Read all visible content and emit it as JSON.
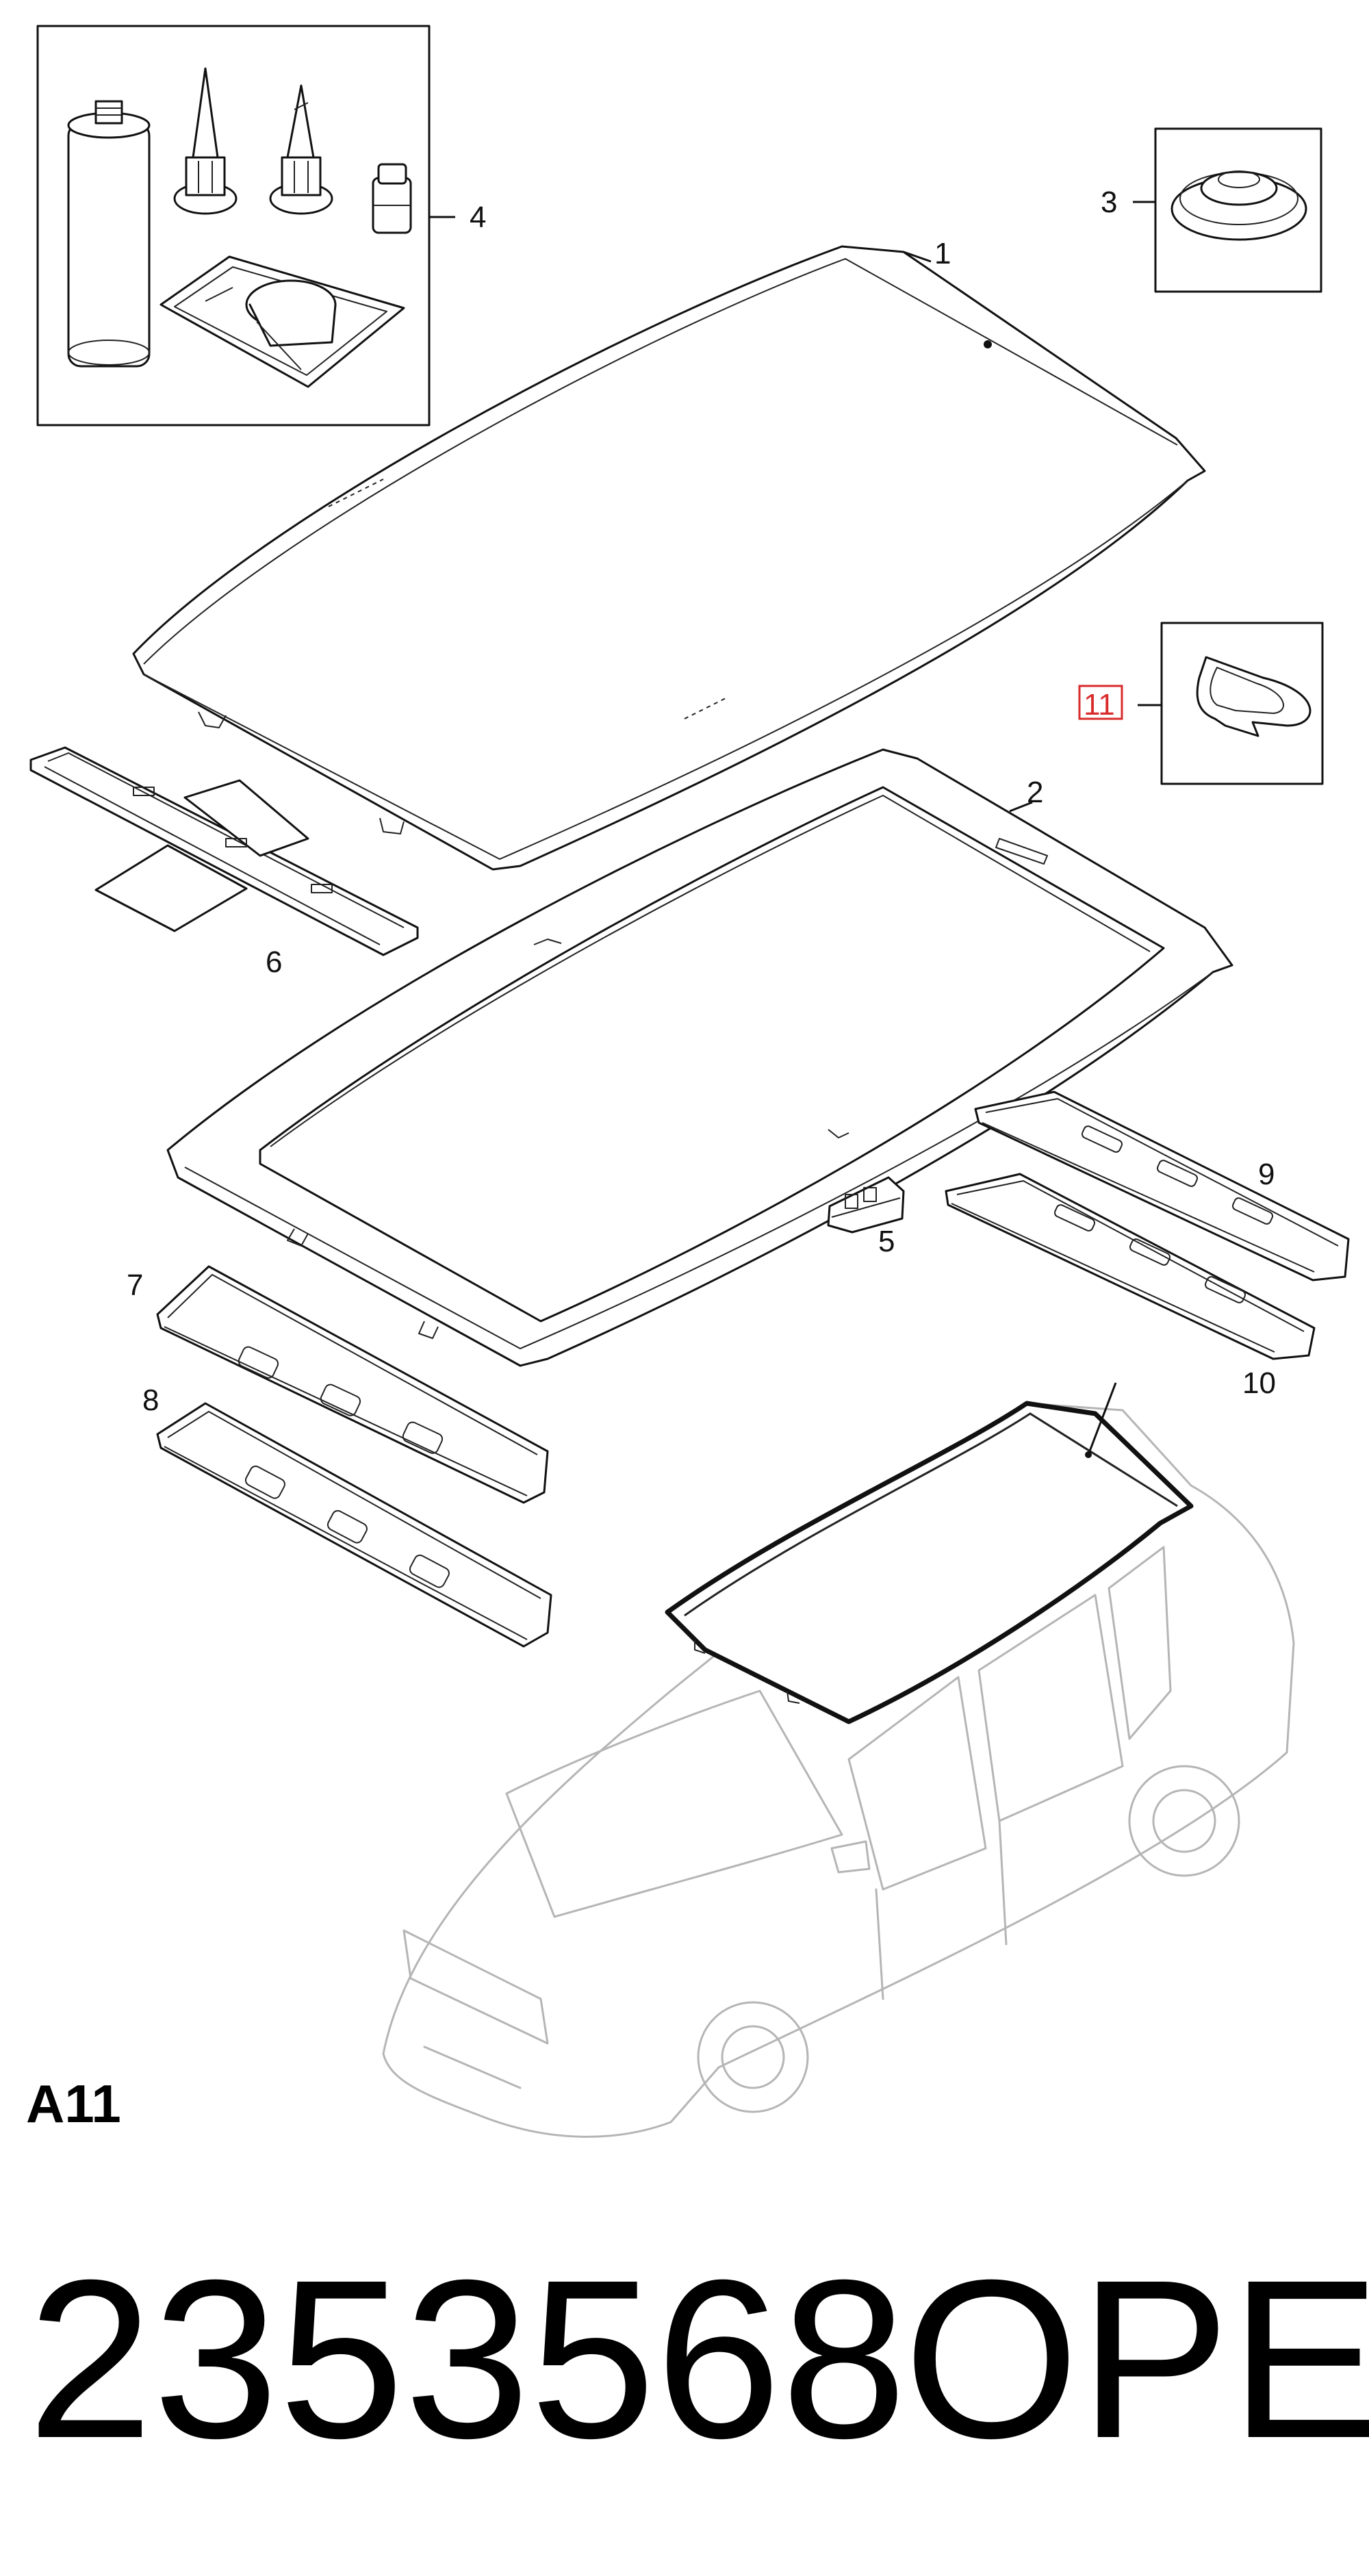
{
  "diagram": {
    "section_code": "A11",
    "part_number": "2353568",
    "brand": "OPEL",
    "highlight_color": "#d92b2b",
    "callouts": [
      {
        "id": "1",
        "label": "1",
        "part": "roof-panel"
      },
      {
        "id": "2",
        "label": "2",
        "part": "roof-frame-with-opening"
      },
      {
        "id": "3",
        "label": "3",
        "part": "plug-grommet"
      },
      {
        "id": "4",
        "label": "4",
        "part": "adhesive-kit"
      },
      {
        "id": "5",
        "label": "5",
        "part": "bracket-clip"
      },
      {
        "id": "6",
        "label": "6",
        "part": "front-roof-bow"
      },
      {
        "id": "7",
        "label": "7",
        "part": "roof-bow-7"
      },
      {
        "id": "8",
        "label": "8",
        "part": "roof-bow-8"
      },
      {
        "id": "9",
        "label": "9",
        "part": "rear-roof-bow-9"
      },
      {
        "id": "10",
        "label": "10",
        "part": "rear-roof-bow-10"
      },
      {
        "id": "11",
        "label": "11",
        "part": "seal-gasket",
        "highlighted": true
      }
    ]
  }
}
